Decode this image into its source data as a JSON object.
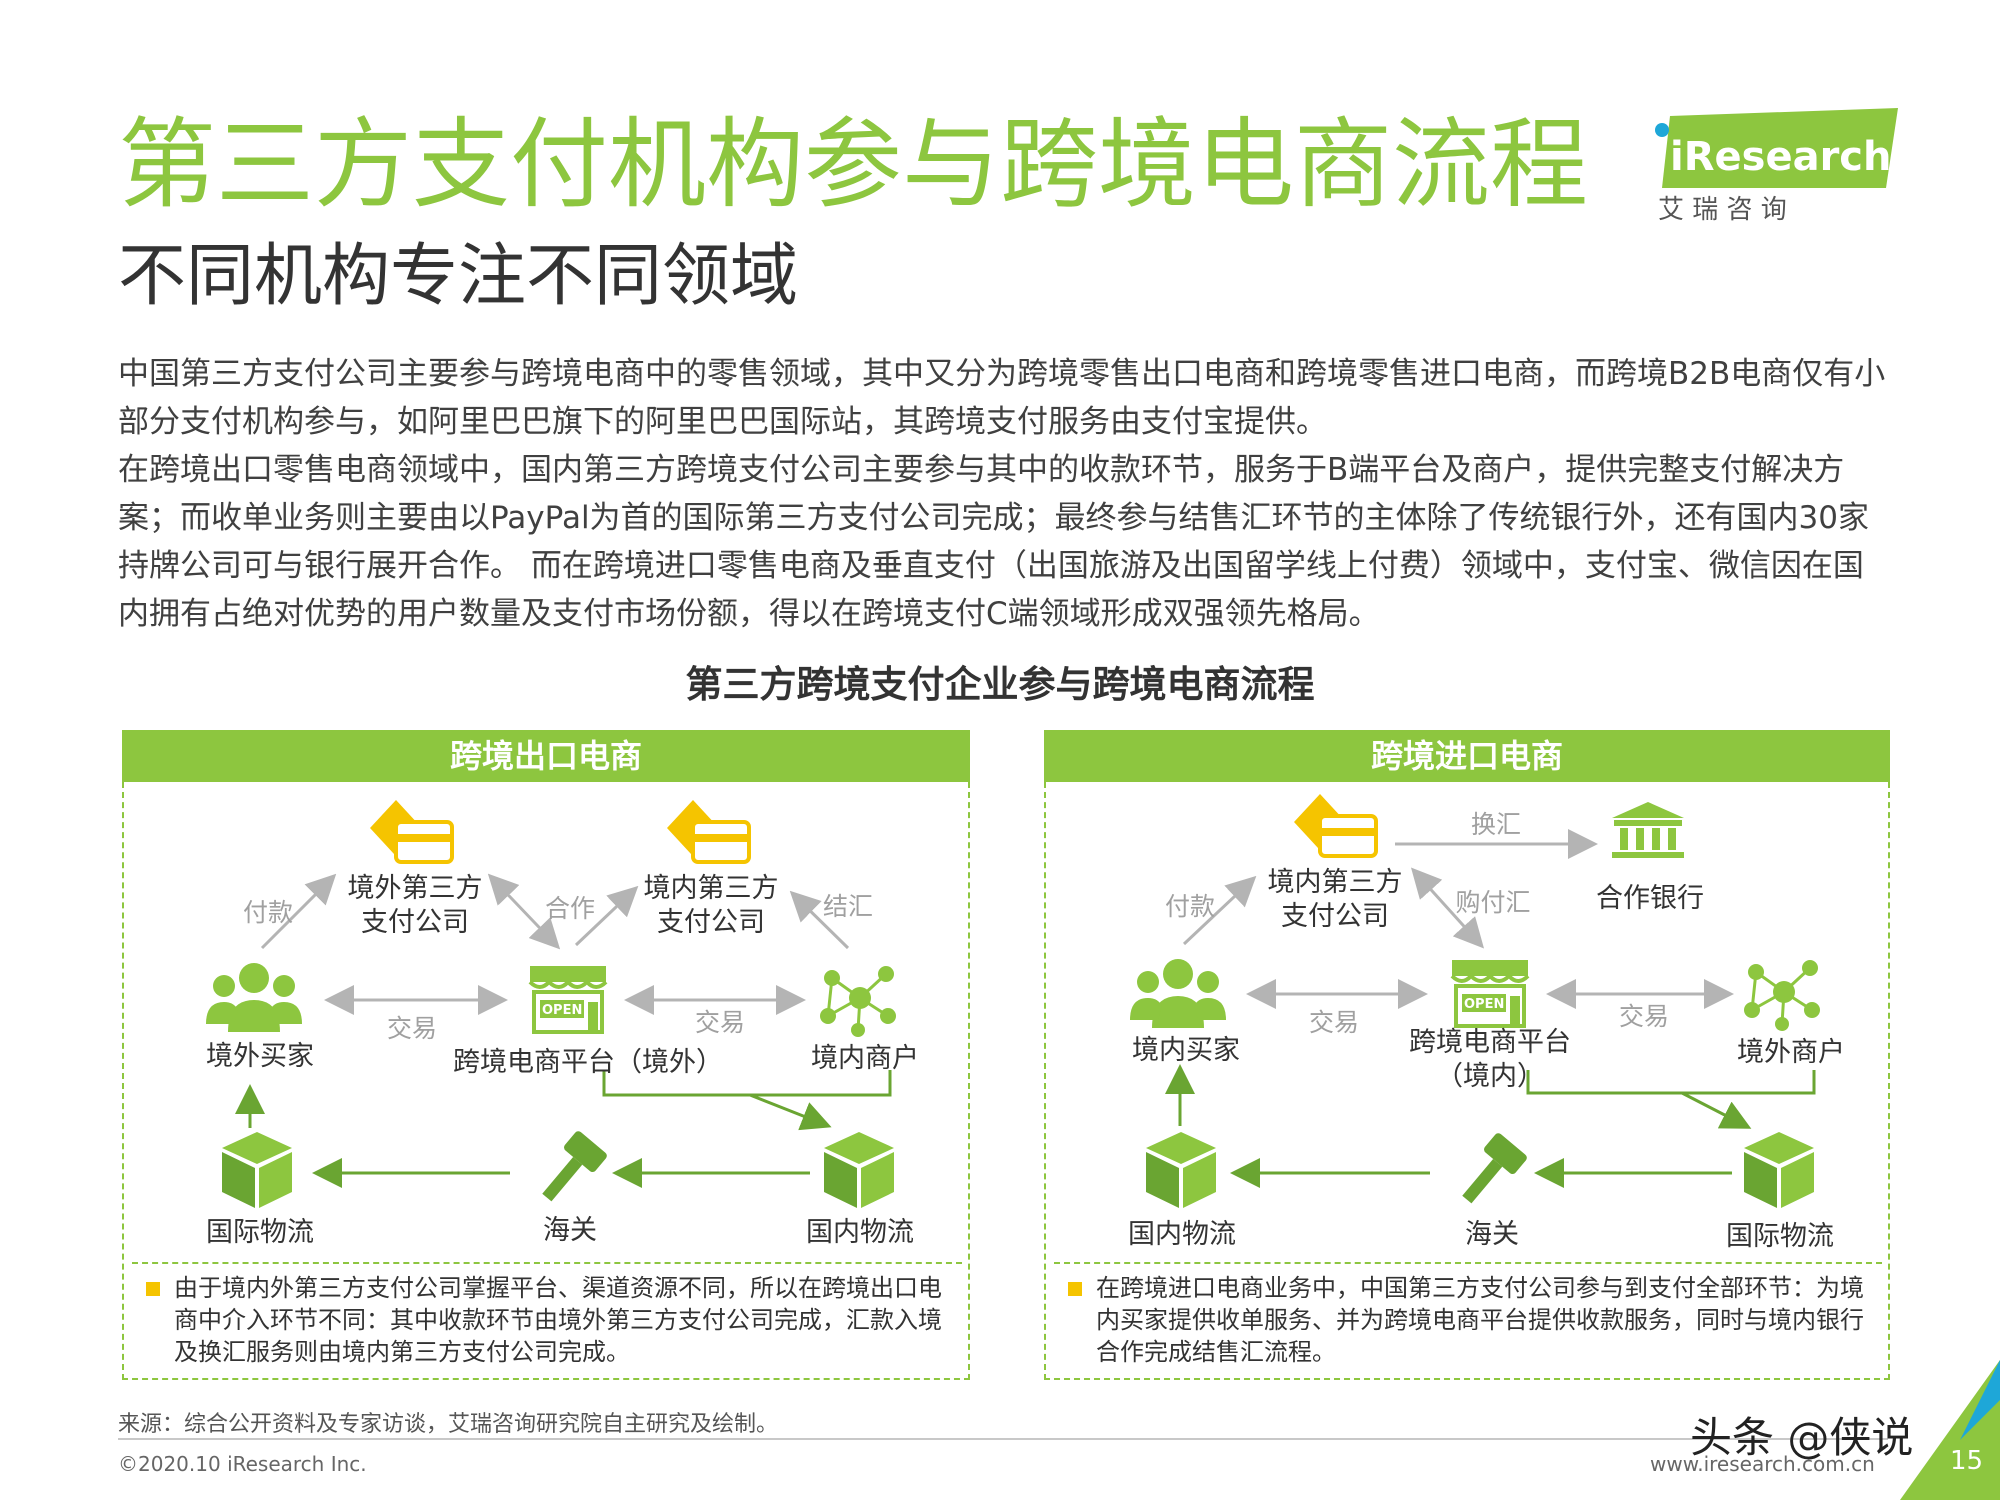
{
  "header": {
    "title": "第三方支付机构参与跨境电商流程",
    "subtitle": "不同机构专注不同领域",
    "logo_text": "iResearch",
    "logo_sub": "艾 瑞 咨 询"
  },
  "body": {
    "paragraph1": "中国第三方支付公司主要参与跨境电商中的零售领域，其中又分为跨境零售出口电商和跨境零售进口电商，而跨境B2B电商仅有小部分支付机构参与，如阿里巴巴旗下的阿里巴巴国际站，其跨境支付服务由支付宝提供。",
    "paragraph2": "在跨境出口零售电商领域中，国内第三方跨境支付公司主要参与其中的收款环节，服务于B端平台及商户，提供完整支付解决方案；而收单业务则主要由以PayPal为首的国际第三方支付公司完成；最终参与结售汇环节的主体除了传统银行外，还有国内30家持牌公司可与银行展开合作。 而在跨境进口零售电商及垂直支付（出国旅游及出国留学线上付费）领域中，支付宝、微信因在国内拥有占绝对优势的用户数量及支付市场份额，得以在跨境支付C端领域形成双强领先格局。"
  },
  "diagram": {
    "title": "第三方跨境支付企业参与跨境电商流程",
    "export": {
      "header": "跨境出口电商",
      "foreign_payment_line1": "境外第三方",
      "foreign_payment_line2": "支付公司",
      "domestic_payment_line1": "境内第三方",
      "domestic_payment_line2": "支付公司",
      "buyer": "境外买家",
      "platform": "跨境电商平台（境外）",
      "merchant": "境内商户",
      "intl_logistics": "国际物流",
      "customs": "海关",
      "domestic_logistics": "国内物流",
      "edge_pay": "付款",
      "edge_coop": "合作",
      "edge_settle": "结汇",
      "edge_trade1": "交易",
      "edge_trade2": "交易",
      "note": "由于境内外第三方支付公司掌握平台、渠道资源不同，所以在跨境出口电商中介入环节不同：其中收款环节由境外第三方支付公司完成，汇款入境及换汇服务则由境内第三方支付公司完成。"
    },
    "import": {
      "header": "跨境进口电商",
      "payment_line1": "境内第三方",
      "payment_line2": "支付公司",
      "bank": "合作银行",
      "buyer": "境内买家",
      "platform_line1": "跨境电商平台",
      "platform_line2": "（境内）",
      "merchant": "境外商户",
      "domestic_logistics": "国内物流",
      "customs": "海关",
      "intl_logistics": "国际物流",
      "edge_fx": "换汇",
      "edge_pay": "付款",
      "edge_buyfx": "购付汇",
      "edge_trade1": "交易",
      "edge_trade2": "交易",
      "note": "在跨境进口电商业务中，中国第三方支付公司参与到支付全部环节：为境内买家提供收单服务、并为跨境电商平台提供收款服务，同时与境内银行合作完成结售汇流程。"
    }
  },
  "footer": {
    "source": "来源：综合公开资料及专家访谈，艾瑞咨询研究院自主研究及绘制。",
    "copyright": "©2020.10 iResearch Inc.",
    "url": "www.iresearch.com.cn",
    "page": "15",
    "watermark": "头条 @侠说"
  },
  "colors": {
    "brand_green": "#8dc63f",
    "arrow_green": "#6aa532",
    "arrow_gray": "#b4b4b4",
    "card_yellow": "#f5c400",
    "accent_blue": "#1ea7d8"
  },
  "icons": [
    "card-icon",
    "people-icon",
    "store-icon",
    "network-icon",
    "box-icon",
    "gavel-icon",
    "bank-icon"
  ]
}
